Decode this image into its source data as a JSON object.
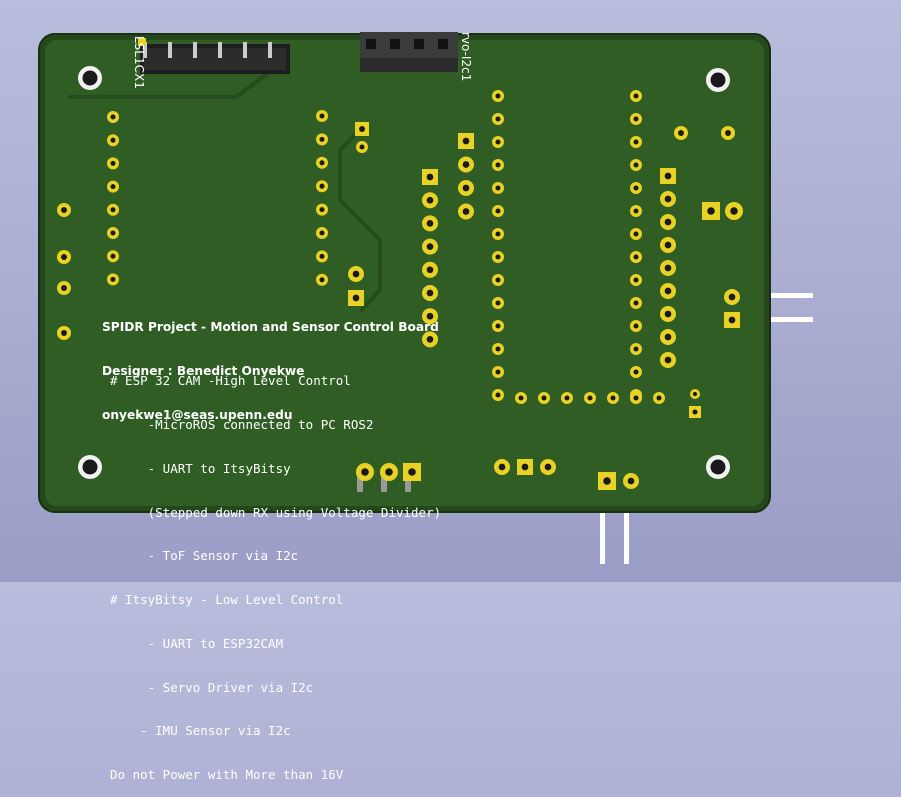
{
  "colors": {
    "board": "#2d5a22",
    "board_edge": "#1f3f18",
    "trace": "#244a1c",
    "pad": "#e8d225",
    "silk": "#ffffff",
    "connector": "#2b2b2b"
  },
  "board_text": {
    "header_lines": [
      "SPIDR Project - Motion and Sensor Control Board",
      "Designer : Benedict Onyekwe",
      "onyekwe1@seas.upenn.edu"
    ],
    "note_lines": [
      "# ESP 32 CAM -High Level Control",
      "     -MicroROS connected to PC ROS2",
      "     - UART to ItsyBitsy",
      "     (Stepped down RX using Voltage Divider)",
      "     - ToF Sensor via I2c",
      "# ItsyBitsy - Low Level Control",
      "     - UART to ESP32CAM",
      "     - Servo Driver via I2c",
      "    - IMU Sensor via I2c",
      "Do not Power with More than 16V"
    ]
  },
  "connector_labels": {
    "left_header": "LSL1CX1",
    "servo_header": "rvo-I2c1"
  }
}
